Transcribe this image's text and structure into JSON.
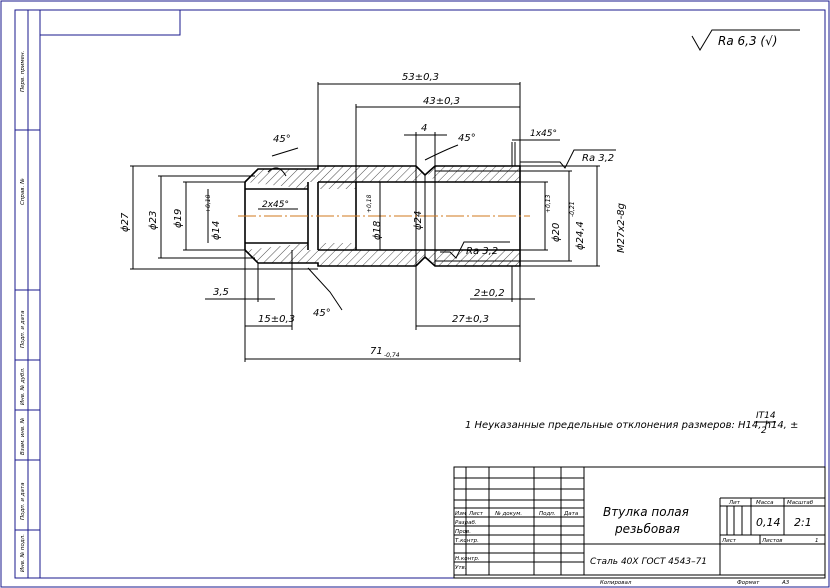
{
  "roughness": {
    "general": "Ra 6,3 (√)",
    "outer": "Ra 3,2",
    "inner": "Ra 3,2"
  },
  "dimensions": {
    "d27": "ϕ27",
    "d23": "ϕ23",
    "d19": "ϕ19",
    "d14": "ϕ14",
    "d14_tol": "+0,18",
    "d18": "ϕ18",
    "d18_tol": "+0,18",
    "d24": "ϕ24",
    "d20": "ϕ20",
    "d20_tol": "+0,13",
    "d24_4": "ϕ24,4",
    "d24_4_tol": "-0,21",
    "thread": "M27x2-8g",
    "len_53": "53±0,3",
    "len_43": "43±0,3",
    "len_4": "4",
    "angle_45_a": "45°",
    "angle_45_b": "45°",
    "angle_45_c": "45°",
    "chamfer_1x45": "1x45°",
    "chamfer_2x45": "2x45°",
    "len_3_5": "3,5",
    "len_15": "15±0,3",
    "len_2": "2±0,2",
    "len_27": "27±0,3",
    "len_71": "71",
    "len_71_tol": "-0,74"
  },
  "note": {
    "text": "1 Неуказанные предельные отклонения размеров: H14, h14, ±",
    "frac_top": "IT14",
    "frac_bottom": "2"
  },
  "title_block": {
    "name_line1": "Втулка полая",
    "name_line2": "резьбовая",
    "material": "Сталь 40Х  ГОСТ 4543–71",
    "col_lit": "Лит",
    "col_mass": "Масса",
    "col_scale": "Масштаб",
    "mass": "0,14",
    "scale": "2:1",
    "sheet": "Лист",
    "sheets": "Листов",
    "sheets_count": "1",
    "rows": [
      "Изм",
      "Лист",
      "№ докум.",
      "Подп.",
      "Дата"
    ],
    "roles": [
      "Разраб.",
      "Пров.",
      "Т.контр.",
      "",
      "Н.контр.",
      "Утв."
    ],
    "copied": "Копировал",
    "format": "Формат",
    "format_value": "А3"
  },
  "side_strip": [
    "Перв. примен.",
    "Справ. №",
    "Подп. и дата",
    "Инв. № дубл.",
    "Взам. инв. №",
    "Подп. и дата",
    "Инв. № подл."
  ]
}
